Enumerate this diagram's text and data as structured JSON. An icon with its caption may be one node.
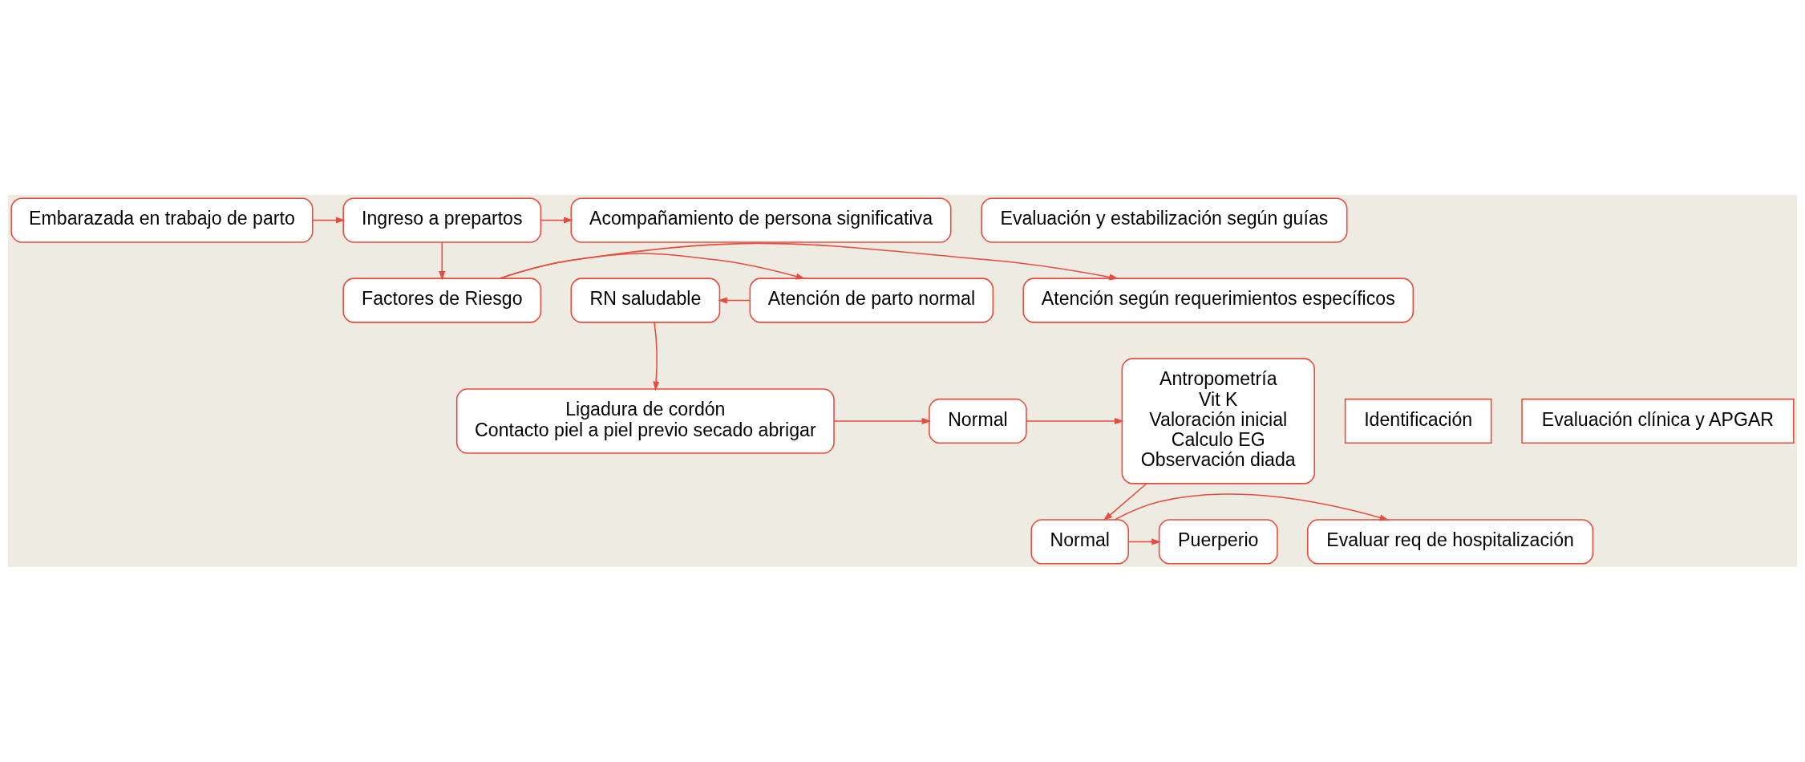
{
  "diagram": {
    "nodes": [
      {
        "text": [
          "Embarazada en trabajo de parto"
        ]
      },
      {
        "text": [
          "Ingreso a prepartos"
        ]
      },
      {
        "text": [
          "Acompañamiento de persona significativa"
        ]
      },
      {
        "text": [
          "Evaluación y estabilización según guías"
        ]
      },
      {
        "text": [
          "Atención según requerimientos específicos"
        ]
      },
      {
        "text": [
          "Factores de Riesgo"
        ]
      },
      {
        "text": [
          "Atención de parto normal"
        ]
      },
      {
        "text": [
          "RN saludable"
        ]
      },
      {
        "text": [
          "Antropometría",
          "Vit K",
          "Valoración inicial",
          "Calculo EG",
          "Observación diada"
        ]
      },
      {
        "text": [
          "Normal"
        ]
      },
      {
        "text": [
          "Identificación"
        ]
      },
      {
        "text": [
          "Ligadura de cordón",
          "Contacto piel a piel previo secado abrigar"
        ]
      },
      {
        "text": [
          "Evaluación clínica y APGAR"
        ]
      },
      {
        "text": [
          "Puerperio"
        ]
      },
      {
        "text": [
          "Normal"
        ]
      },
      {
        "text": [
          "Evaluar req de hospitalización"
        ]
      }
    ],
    "edges": [
      {
        "from": 0,
        "to": 1,
        "arrow": "to"
      },
      {
        "from": 1,
        "to": 2,
        "arrow": "to"
      },
      {
        "from": 1,
        "to": 5,
        "arrow": "to"
      },
      {
        "from": 5,
        "to": 4,
        "arrow": "to"
      },
      {
        "from": 5,
        "to": 6,
        "arrow": "to"
      },
      {
        "from": 6,
        "to": 7,
        "arrow": "to"
      },
      {
        "from": 7,
        "to": 11,
        "arrow": "to"
      },
      {
        "from": 11,
        "to": 9,
        "arrow": "to"
      },
      {
        "from": 9,
        "to": 8,
        "arrow": "to"
      },
      {
        "from": 8,
        "to": 14,
        "arrow": "to"
      },
      {
        "from": 14,
        "to": 13,
        "arrow": "to"
      },
      {
        "from": 14,
        "to": 15,
        "arrow": "to"
      }
    ]
  }
}
